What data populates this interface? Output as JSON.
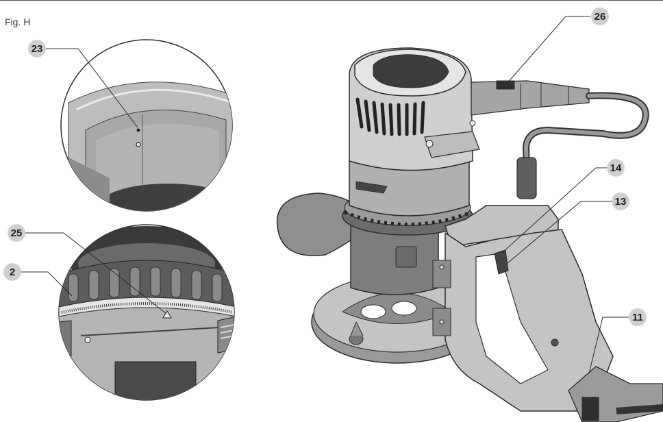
{
  "figure": {
    "title": "Fig. H"
  },
  "callouts": [
    {
      "id": "23",
      "label": "23"
    },
    {
      "id": "25",
      "label": "25"
    },
    {
      "id": "2",
      "label": "2"
    },
    {
      "id": "26",
      "label": "26"
    },
    {
      "id": "14",
      "label": "14"
    },
    {
      "id": "13",
      "label": "13"
    },
    {
      "id": "11",
      "label": "11"
    }
  ],
  "colors": {
    "line": "#2b2b2b",
    "badge": "#cfcfcf",
    "dark_gray": "#5a5a5a",
    "mid_gray": "#9a9a9a",
    "light_gray": "#c8c8c8",
    "lighter_gray": "#dedede"
  }
}
